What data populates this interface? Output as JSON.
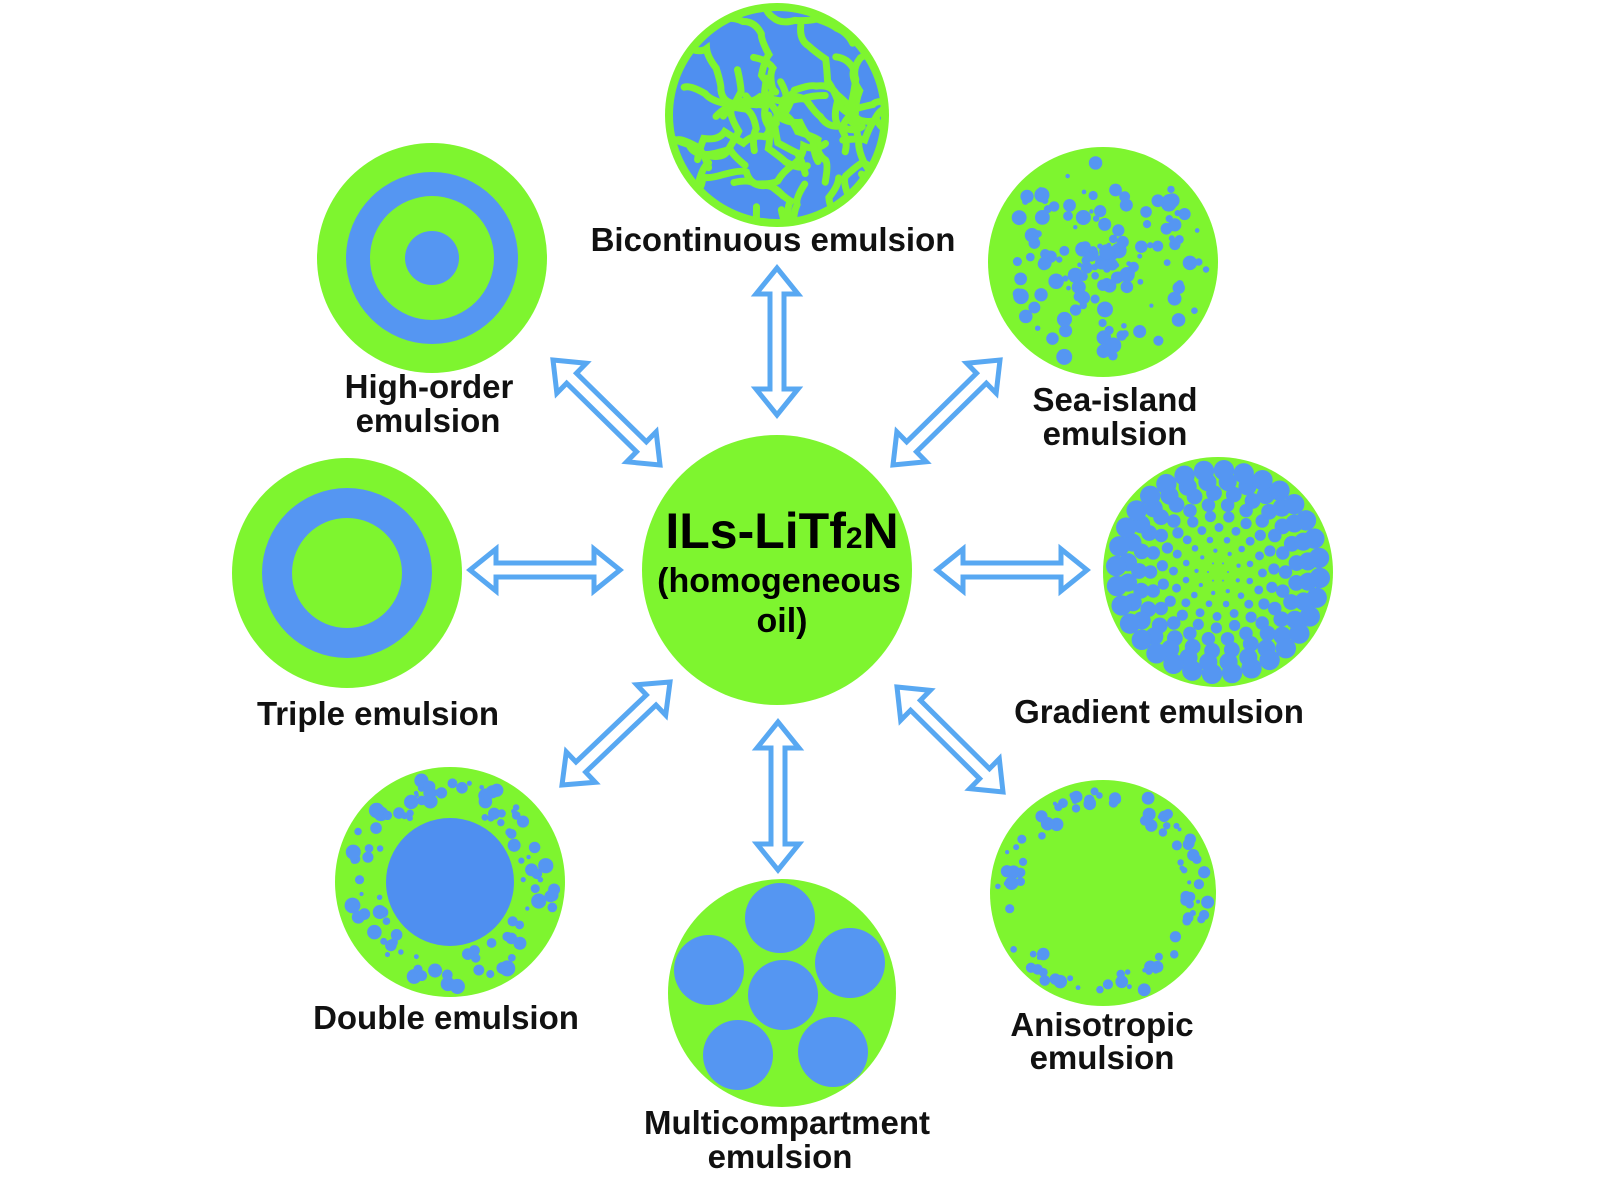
{
  "colors": {
    "green": "#7ef52f",
    "blue": "#5596f2",
    "arrow": "#58a8f2",
    "text": "#111111"
  },
  "center": {
    "title_main": "ILs-LiTf",
    "title_sub": "2",
    "title_end": "N",
    "line2": "(homogeneous",
    "line3": "oil)"
  },
  "emulsions": {
    "bicontinuous": {
      "line1": "Bicontinuous emulsion"
    },
    "high_order": {
      "line1": "High-order",
      "line2": "emulsion"
    },
    "sea_island": {
      "line1": "Sea-island",
      "line2": "emulsion"
    },
    "triple": {
      "line1": "Triple emulsion"
    },
    "gradient": {
      "line1": "Gradient emulsion"
    },
    "double": {
      "line1": "Double emulsion"
    },
    "multicompartment": {
      "line1": "Multicompartment",
      "line2": "emulsion"
    },
    "anisotropic": {
      "line1": "Anisotropic",
      "line2": "emulsion"
    }
  }
}
